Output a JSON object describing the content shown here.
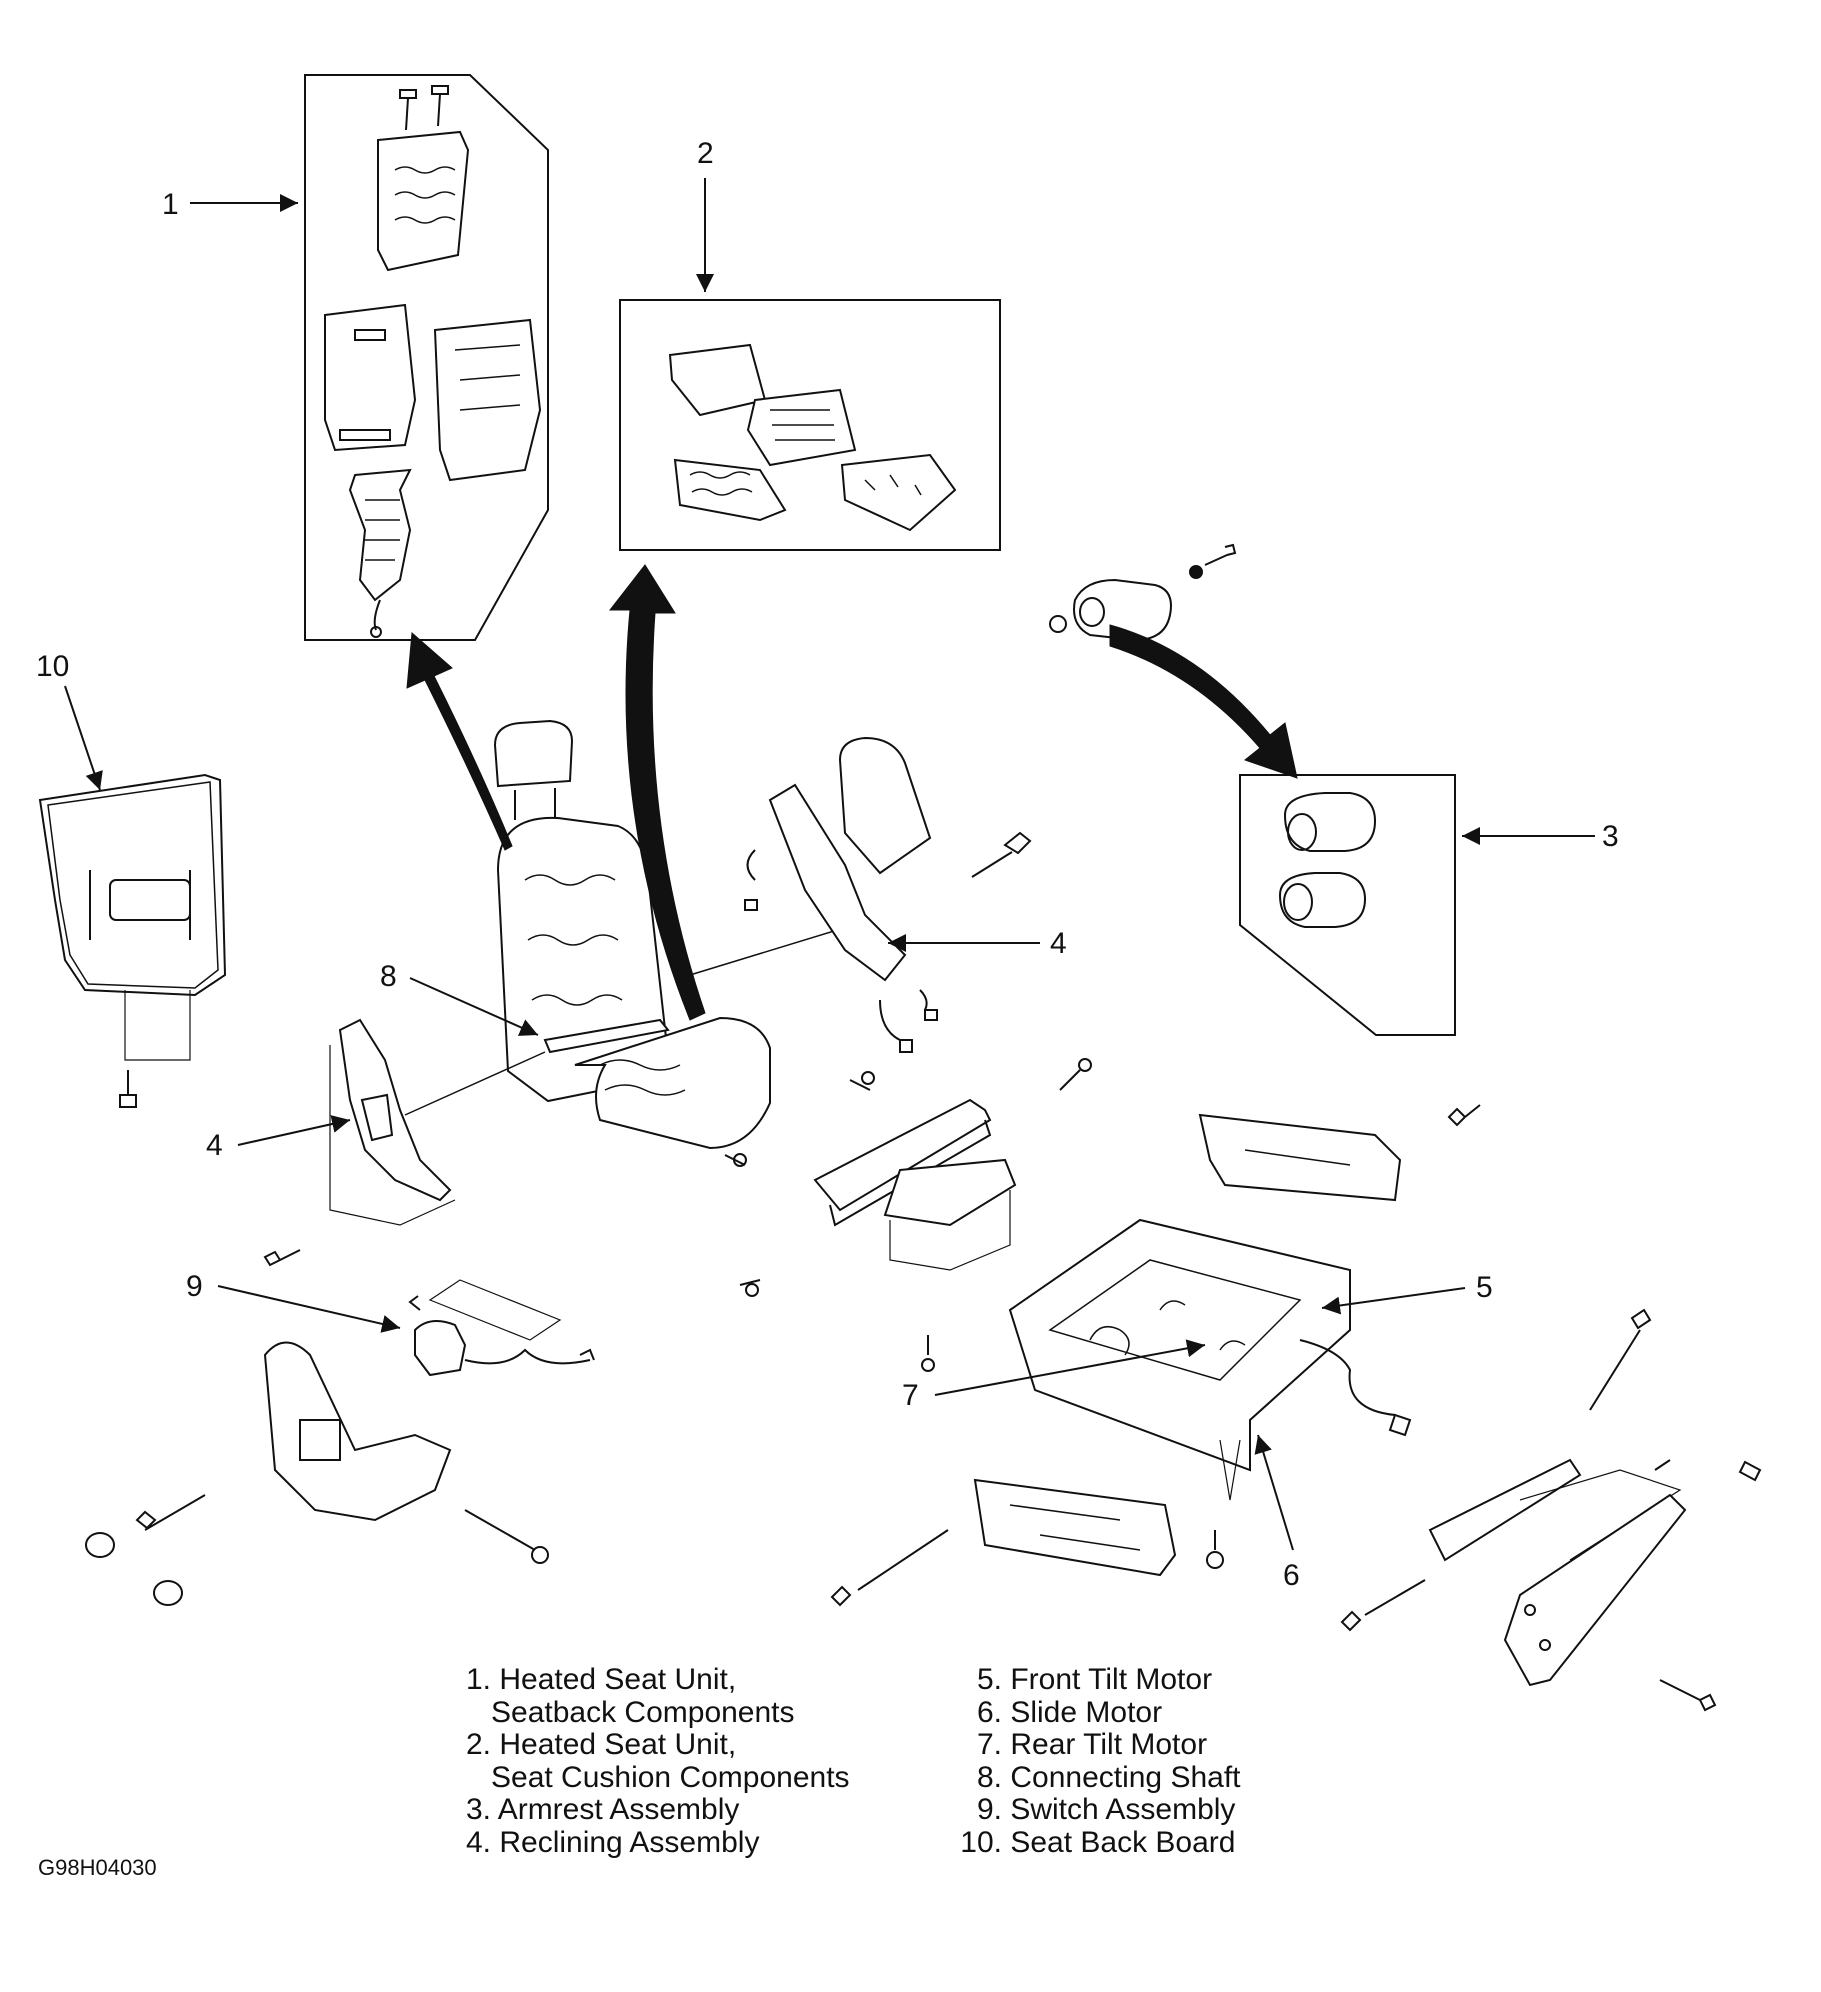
{
  "callouts": [
    "1",
    "2",
    "3",
    "4",
    "4",
    "5",
    "6",
    "7",
    "8",
    "9",
    "10"
  ],
  "legend": {
    "left": [
      {
        "num": "1.",
        "lines": [
          "Heated Seat Unit,",
          "Seatback Components"
        ]
      },
      {
        "num": "2.",
        "lines": [
          "Heated Seat Unit,",
          "Seat Cushion Components"
        ]
      },
      {
        "num": "3.",
        "lines": [
          "Armrest Assembly"
        ]
      },
      {
        "num": "4.",
        "lines": [
          "Reclining Assembly"
        ]
      }
    ],
    "right": [
      {
        "num": "5.",
        "lines": [
          "Front Tilt Motor"
        ]
      },
      {
        "num": "6.",
        "lines": [
          "Slide Motor"
        ]
      },
      {
        "num": "7.",
        "lines": [
          "Rear Tilt Motor"
        ]
      },
      {
        "num": "8.",
        "lines": [
          "Connecting Shaft"
        ]
      },
      {
        "num": "9.",
        "lines": [
          "Switch Assembly"
        ]
      },
      {
        "num": "10.",
        "lines": [
          "Seat Back Board"
        ]
      }
    ]
  },
  "figure_code": "G98H04030"
}
